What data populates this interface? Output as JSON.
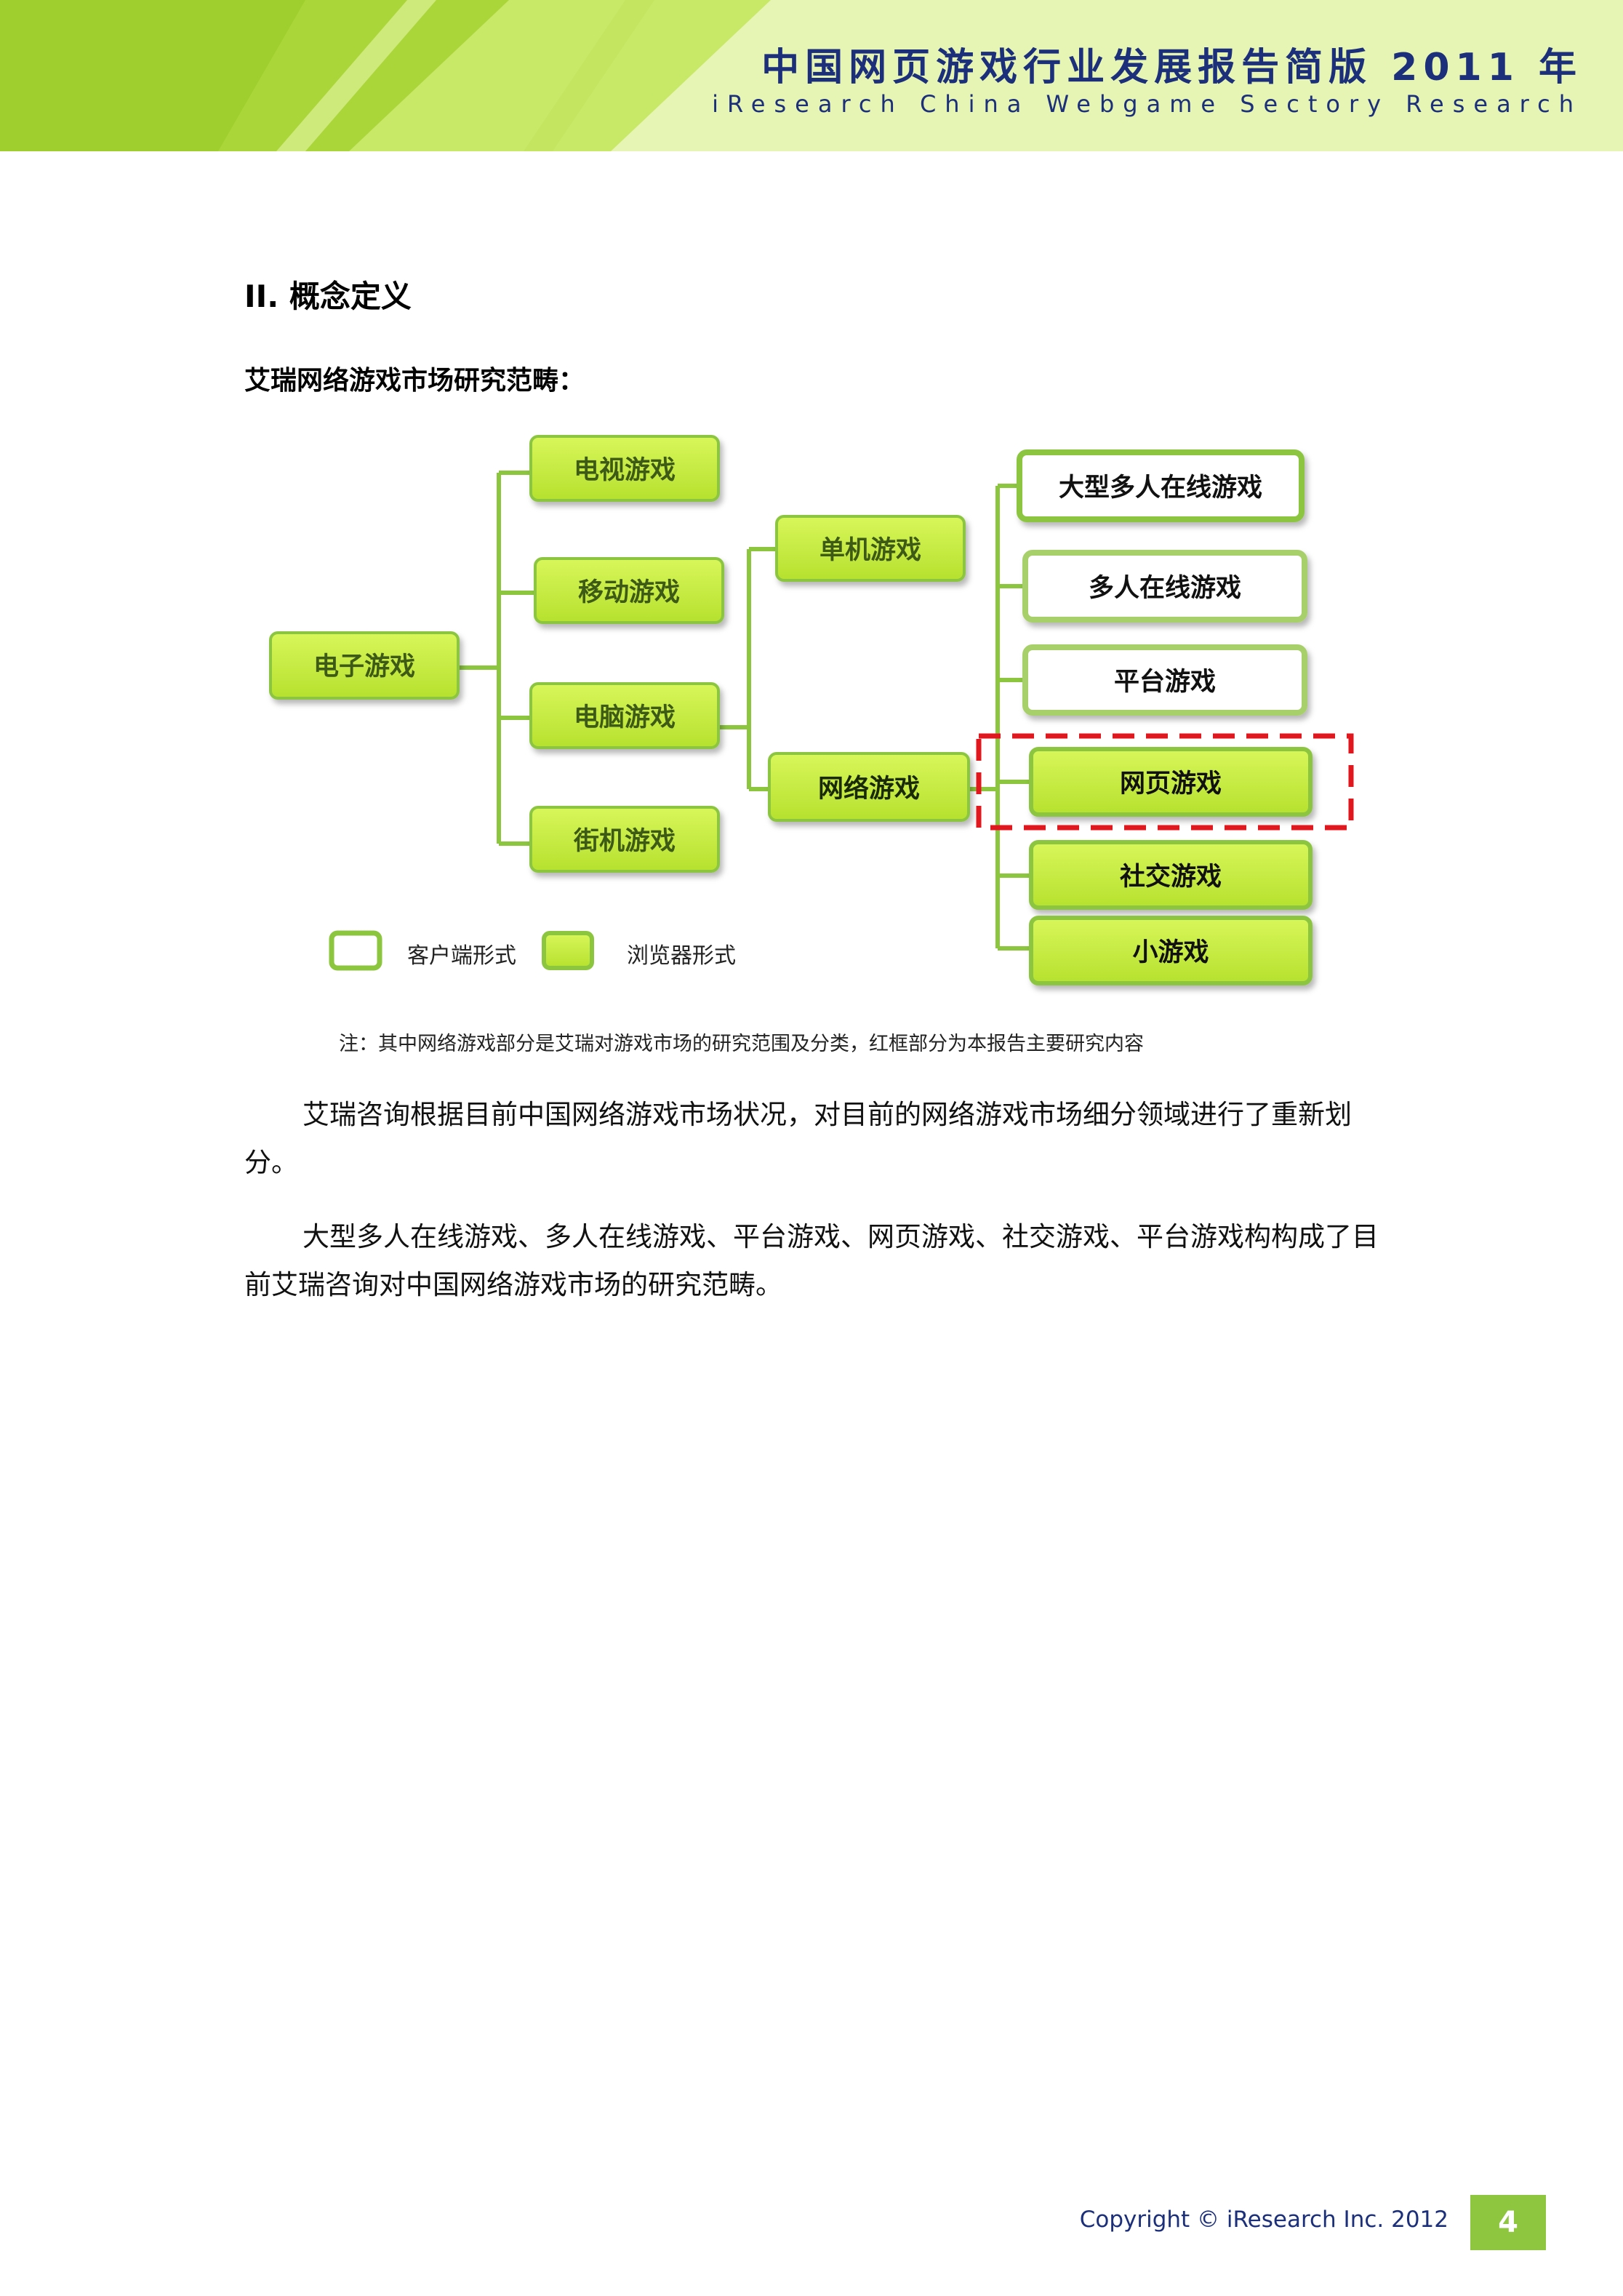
{
  "header": {
    "title": "中国网页游戏行业发展报告简版 2011 年",
    "subtitle": "iResearch China Webgame Sectory Research"
  },
  "section": {
    "title": "II. 概念定义",
    "figure_caption": "艾瑞网络游戏市场研究范畴："
  },
  "diagram": {
    "root": "电子游戏",
    "level1": [
      "电视游戏",
      "移动游戏",
      "电脑游戏",
      "街机游戏"
    ],
    "level2": [
      "单机游戏",
      "网络游戏"
    ],
    "level3": [
      "大型多人在线游戏",
      "多人在线游戏",
      "平台游戏",
      "网页游戏",
      "社交游戏",
      "小游戏"
    ],
    "legend": {
      "client": "客户端形式",
      "browser": "浏览器形式"
    },
    "note": "注：其中网络游戏部分是艾瑞对游戏市场的研究范围及分类，红框部分为本报告主要研究内容",
    "colors": {
      "green_fill": "#ccf13b",
      "green_border": "#8cc63f",
      "line": "#8cc63f",
      "highlight": "#e2161d"
    }
  },
  "paragraphs": [
    "艾瑞咨询根据目前中国网络游戏市场状况，对目前的网络游戏市场细分领域进行了重新划分。",
    "大型多人在线游戏、多人在线游戏、平台游戏、网页游戏、社交游戏、平台游戏构构成了目前艾瑞咨询对中国网络游戏市场的研究范畴。"
  ],
  "footer": {
    "copyright": "Copyright © iResearch Inc. 2012",
    "page_number": "4"
  }
}
